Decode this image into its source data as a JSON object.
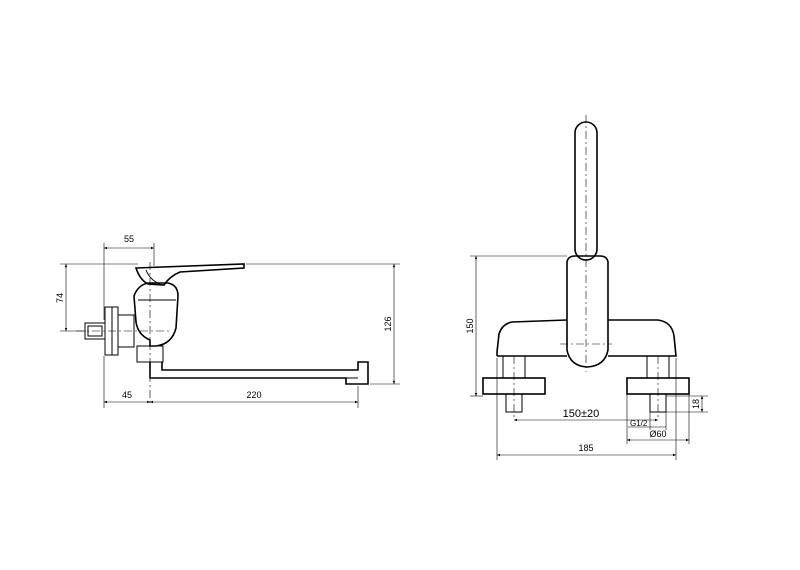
{
  "side_view": {
    "dim_top": "55",
    "dim_height_left": "74",
    "dim_height_right": "126",
    "dim_bottom_left": "45",
    "dim_bottom_right": "220"
  },
  "front_view": {
    "dim_height": "150",
    "dim_spacing": "150±20",
    "dim_thread": "G1/2",
    "dim_flange_dia": "Ø60",
    "dim_nipple": "18",
    "dim_width": "185"
  }
}
